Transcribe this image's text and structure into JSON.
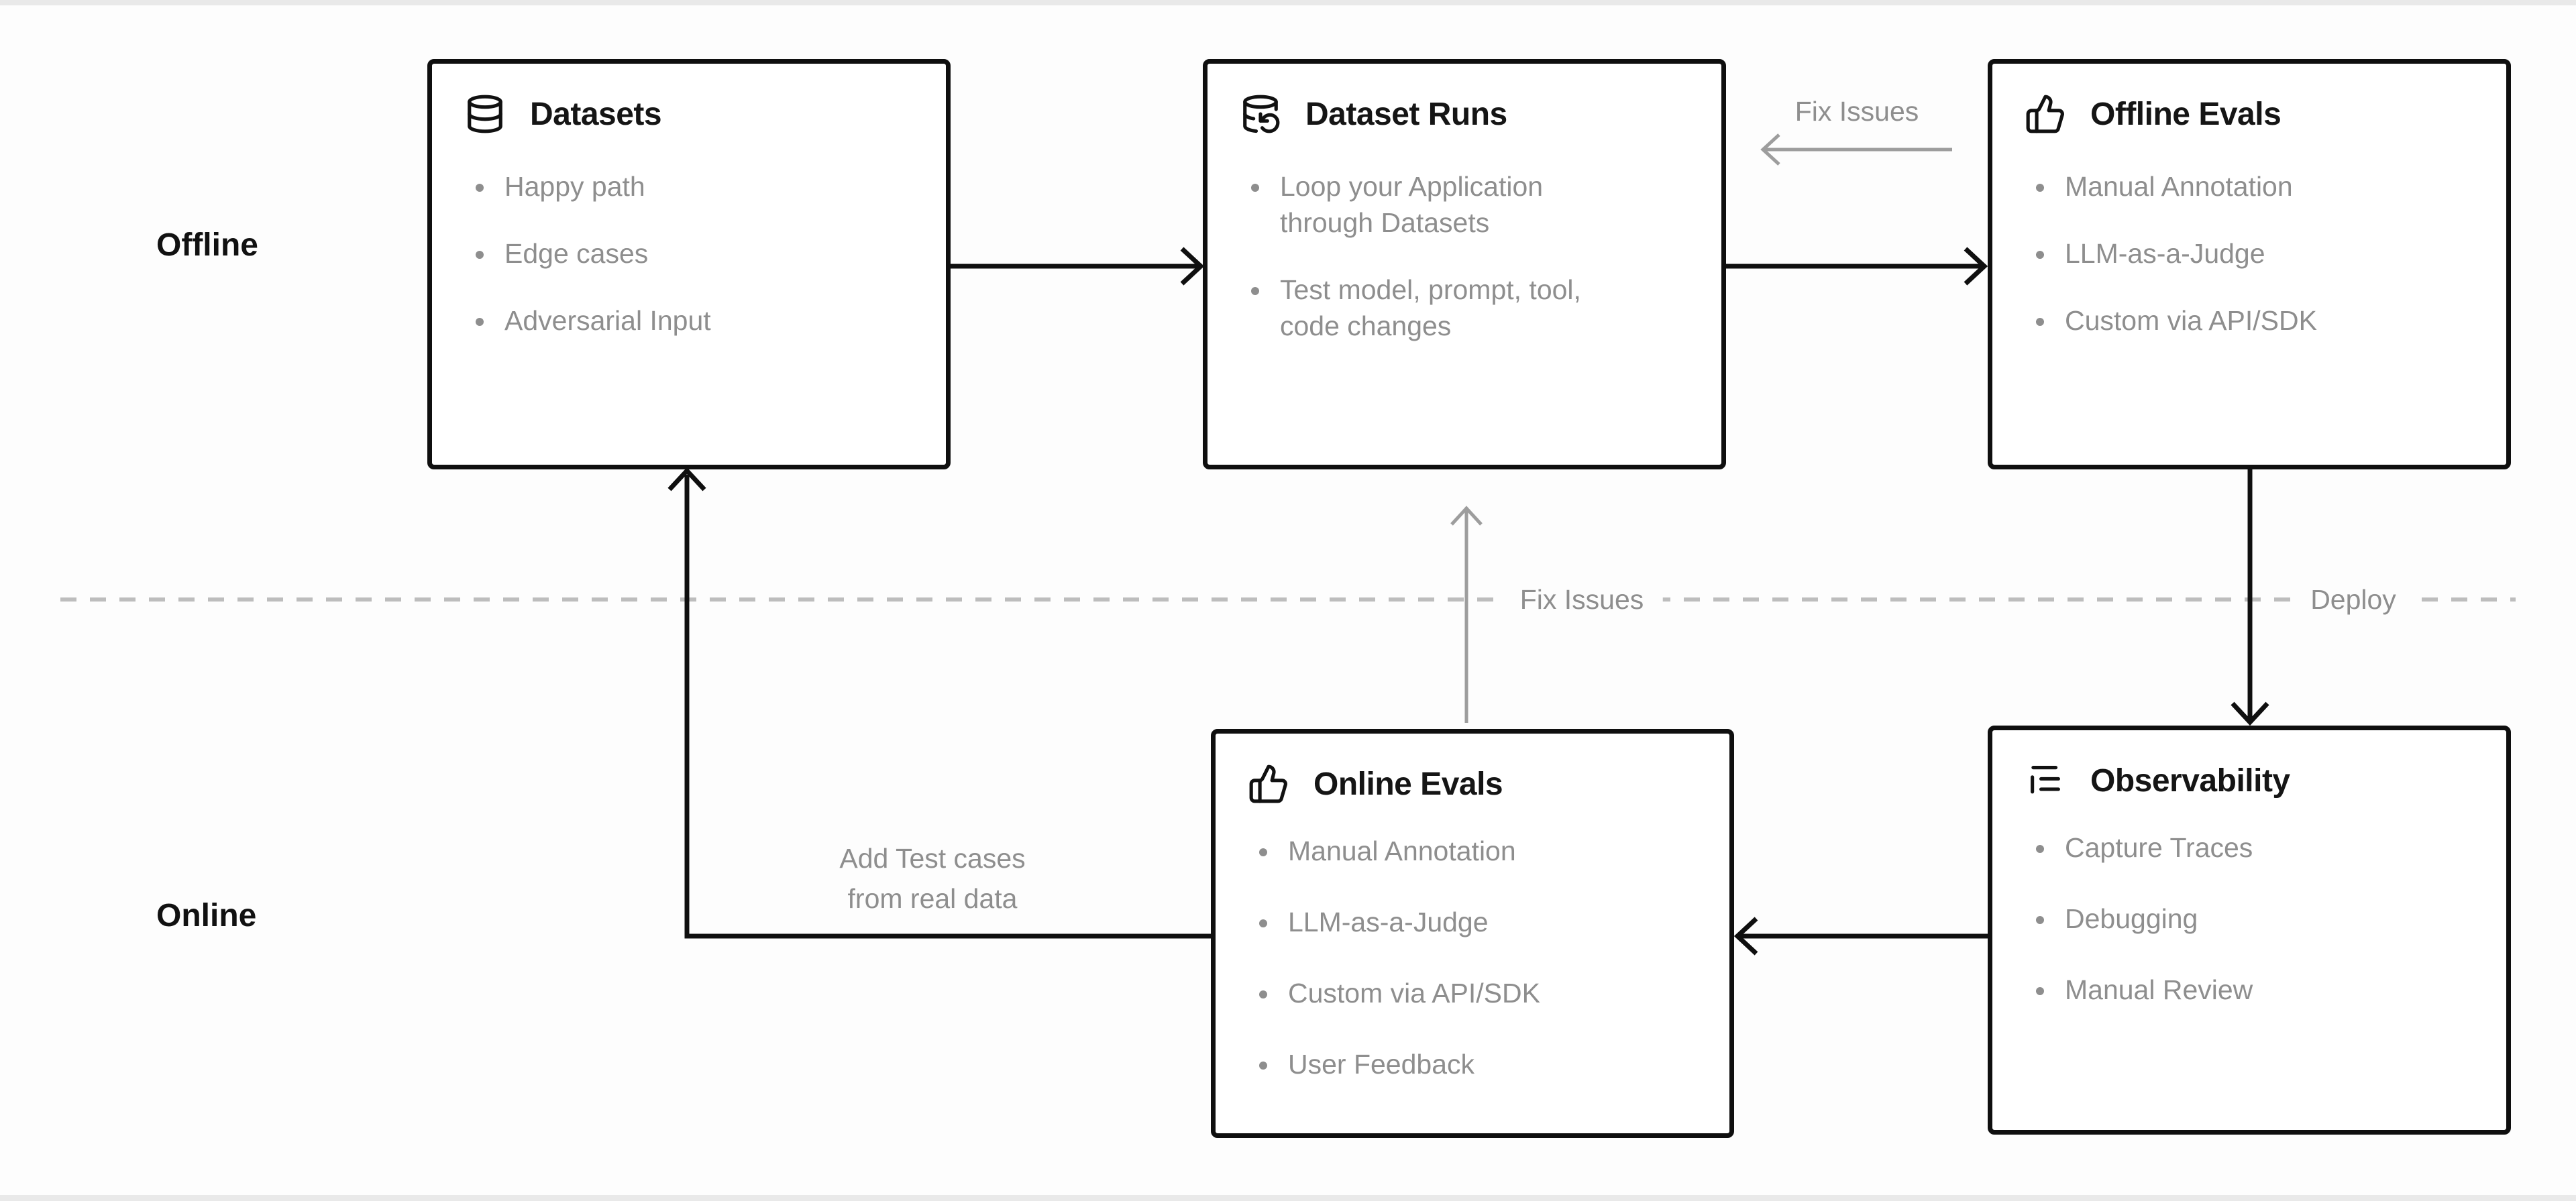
{
  "page": {
    "background": "#fdfdfd",
    "box_border_color": "#0f0f0f",
    "muted_text_gray": "#8e8e8e",
    "arrow_gray": "#9d9d9d",
    "dash_gray": "#bdbdbd"
  },
  "lanes": {
    "offline": "Offline",
    "online": "Online"
  },
  "boxes": {
    "datasets": {
      "title": "Datasets",
      "icon": "database-icon",
      "items": [
        "Happy path",
        "Edge cases",
        "Adversarial Input"
      ]
    },
    "dataset_runs": {
      "title": "Dataset Runs",
      "icon": "database-refresh-icon",
      "items": [
        "Loop your Application\nthrough Datasets",
        "Test model, prompt, tool,\ncode changes"
      ]
    },
    "offline_evals": {
      "title": "Offline Evals",
      "icon": "thumbs-up-icon",
      "items": [
        "Manual Annotation",
        "LLM-as-a-Judge",
        "Custom via API/SDK"
      ]
    },
    "online_evals": {
      "title": "Online Evals",
      "icon": "thumbs-up-icon",
      "items": [
        "Manual Annotation",
        "LLM-as-a-Judge",
        "Custom via API/SDK",
        "User Feedback"
      ]
    },
    "observability": {
      "title": "Observability",
      "icon": "trace-list-icon",
      "items": [
        "Capture Traces",
        "Debugging",
        "Manual Review"
      ]
    }
  },
  "annotations": {
    "fix_issues_top": "Fix Issues",
    "fix_issues_mid": "Fix Issues",
    "deploy": "Deploy",
    "add_test_cases": "Add Test cases\nfrom real data"
  }
}
